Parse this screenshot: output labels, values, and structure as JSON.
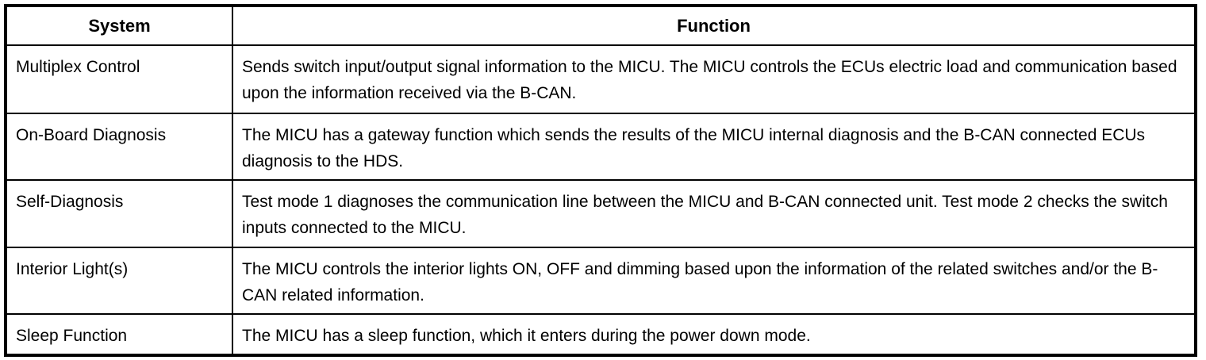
{
  "document": {
    "background_color": "#ffffff",
    "border_color": "#000000",
    "text_color": "#000000"
  },
  "table": {
    "columns": [
      "System",
      "Function"
    ],
    "rows": [
      {
        "system": "Multiplex Control",
        "function": "Sends switch input/output signal information to the MICU. The MICU controls the ECUs electric load and communication based upon the information received via the B-CAN."
      },
      {
        "system": "On-Board Diagnosis",
        "function": "The MICU has a gateway function which sends the results of the MICU internal diagnosis and the B-CAN connected ECUs diagnosis to the HDS."
      },
      {
        "system": "Self-Diagnosis",
        "function": "Test mode 1 diagnoses the communication line between the MICU and B-CAN connected unit. Test mode 2 checks the switch inputs connected to the MICU."
      },
      {
        "system": "Interior Light(s)",
        "function": "The MICU controls the interior lights ON, OFF and dimming based upon the information of the related switches and/or the B-CAN related information."
      },
      {
        "system": "Sleep Function",
        "function": "The MICU has a sleep function, which it enters during the power down mode."
      }
    ]
  }
}
